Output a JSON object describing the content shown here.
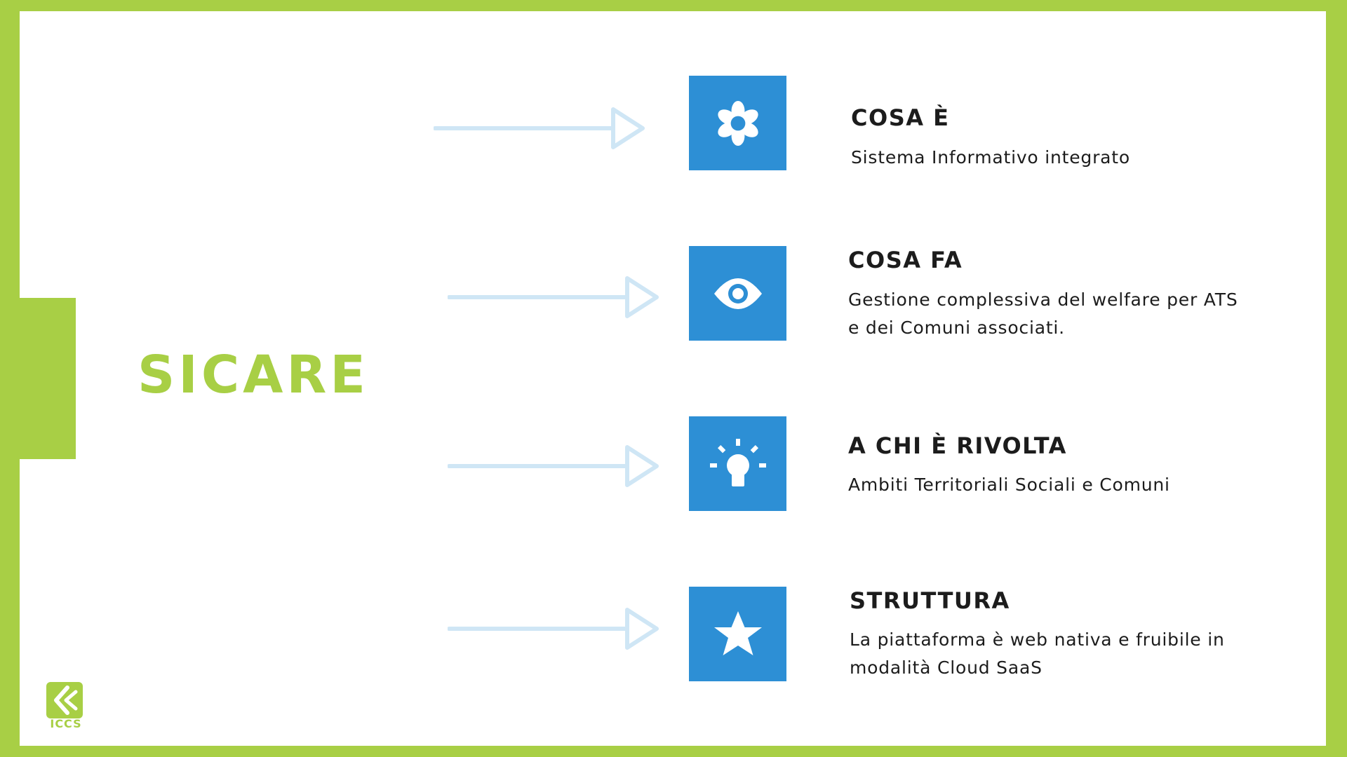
{
  "title": "SICARE",
  "colors": {
    "accent_green": "#a8cf45",
    "icon_blue": "#2d8fd5",
    "arrow_blue": "#cfe6f5",
    "text": "#1c1c1c"
  },
  "items": [
    {
      "icon": "flower-icon",
      "heading": "COSA È",
      "lines": [
        "Sistema Informativo integrato"
      ]
    },
    {
      "icon": "eye-icon",
      "heading": "COSA FA",
      "lines": [
        "Gestione complessiva del welfare per ATS",
        "e dei Comuni associati."
      ]
    },
    {
      "icon": "lightbulb-icon",
      "heading": "A CHI È RIVOLTA",
      "lines": [
        "Ambiti Territoriali Sociali e Comuni"
      ]
    },
    {
      "icon": "star-icon",
      "heading": "STRUTTURA",
      "lines": [
        "La piattaforma è web nativa e fruibile in",
        "modalità Cloud SaaS"
      ]
    }
  ],
  "logo": {
    "text": "ICCS"
  }
}
